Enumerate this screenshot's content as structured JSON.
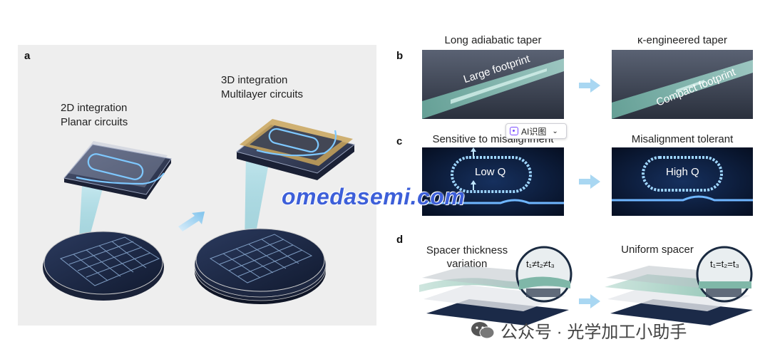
{
  "panel_a": {
    "letter": "a",
    "left_caption_line1": "2D integration",
    "left_caption_line2": "Planar circuits",
    "right_caption_line1": "3D integration",
    "right_caption_line2": "Multilayer circuits"
  },
  "panel_b": {
    "letter": "b",
    "left_title": "Long adiabatic taper",
    "left_tag": "Large footprint",
    "right_title": "κ-engineered taper",
    "right_tag": "Compact footprint"
  },
  "panel_c": {
    "letter": "c",
    "left_title": "Sensitive to misalignment",
    "left_tag": "Low Q",
    "right_title": "Misalignment tolerant",
    "right_tag": "High Q"
  },
  "panel_d": {
    "letter": "d",
    "left_title_line1": "Spacer thickness",
    "left_title_line2": "variation",
    "left_formula": "t₁≠t₂≠t₃",
    "right_title": "Uniform spacer",
    "right_formula": "t₁=t₂=t₃"
  },
  "overlay": {
    "ai_button_label": "AI识图",
    "watermark": "omedasemi.com",
    "footer_text": "公众号 · 光学加工小助手"
  },
  "colors": {
    "watermark_blue": "#3d5fd9",
    "arrow_blue": "#a9d7f2",
    "waveguide_green": "#5fa89a",
    "dark_navy": "#0c1a35"
  }
}
